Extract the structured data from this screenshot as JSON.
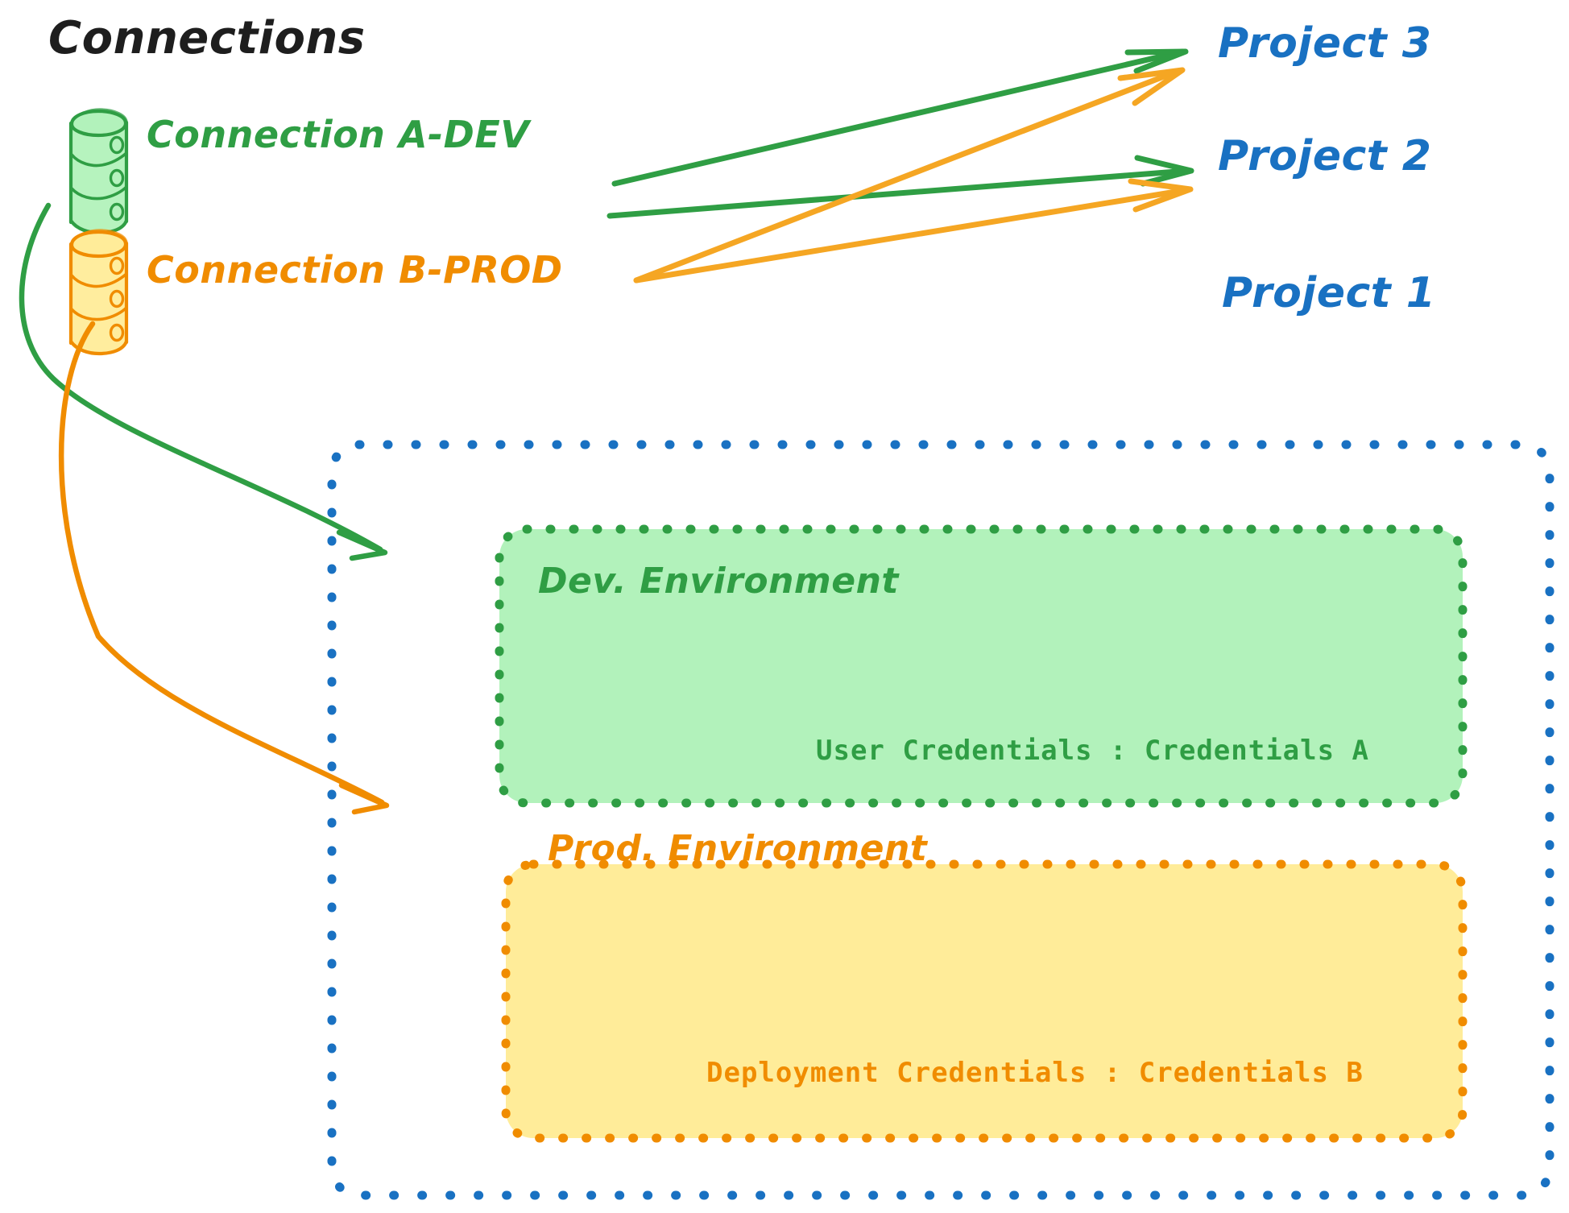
{
  "diagram": {
    "title": "Connections",
    "background": "#ffffff",
    "colors": {
      "green_stroke": "#2f9e44",
      "green_fill": "#b2f2bb",
      "orange_stroke": "#f08c00",
      "orange_fill": "#ffec99",
      "blue_stroke": "#1971c2",
      "black_text": "#1e1e1e"
    }
  },
  "connections": [
    {
      "name": "connection-a-dev",
      "label": "Connection A-DEV",
      "icon": "database-cylinder-icon",
      "color": "#2f9e44"
    },
    {
      "name": "connection-b-prod",
      "label": "Connection B-PROD",
      "icon": "database-cylinder-icon",
      "color": "#f08c00"
    }
  ],
  "projects": [
    {
      "name": "project-3",
      "label": "Project 3",
      "color": "#1971c2"
    },
    {
      "name": "project-2",
      "label": "Project 2",
      "color": "#1971c2"
    },
    {
      "name": "project-1",
      "label": "Project 1",
      "color": "#1971c2"
    }
  ],
  "project_1_container": {
    "label": "Project 1",
    "border": "dotted",
    "border_color": "#1971c2",
    "environments": [
      {
        "name": "dev-environment",
        "title": "Dev. Environment",
        "credentials_label": "User Credentials : Credentials A",
        "fill": "#b2f2bb",
        "stroke": "#2f9e44"
      },
      {
        "name": "prod-environment",
        "title": "Prod. Environment",
        "credentials_label": "Deployment Credentials : Credentials B",
        "fill": "#ffec99",
        "stroke": "#f08c00"
      }
    ]
  },
  "arrows": [
    {
      "name": "arrow-a-dev-to-project-3",
      "from": "connection-a-dev",
      "to": "project-3",
      "color": "#2f9e44"
    },
    {
      "name": "arrow-a-dev-to-project-2",
      "from": "connection-a-dev",
      "to": "project-2",
      "color": "#2f9e44"
    },
    {
      "name": "arrow-b-prod-to-project-3",
      "from": "connection-b-prod",
      "to": "project-3",
      "color": "#f5a623"
    },
    {
      "name": "arrow-b-prod-to-project-2",
      "from": "connection-b-prod",
      "to": "project-2",
      "color": "#f5a623"
    },
    {
      "name": "arrow-a-dev-to-dev-environment",
      "from": "connection-a-dev",
      "to": "dev-environment",
      "color": "#2f9e44"
    },
    {
      "name": "arrow-b-prod-to-prod-environment",
      "from": "connection-b-prod",
      "to": "prod-environment",
      "color": "#f08c00"
    }
  ]
}
